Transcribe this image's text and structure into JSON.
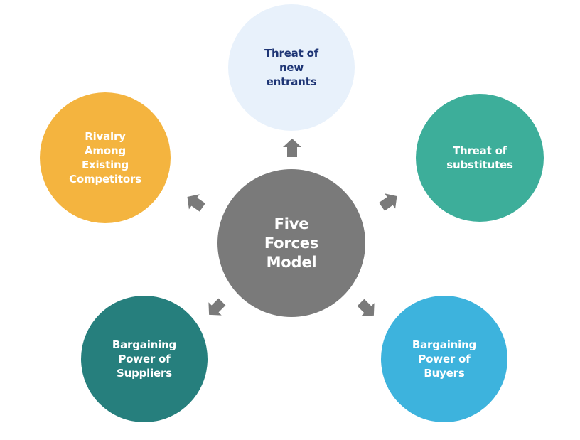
{
  "diagram": {
    "title": "Five Forces Model",
    "center": {
      "label": "Five\nForces\nModel",
      "color": "#7A7A7A"
    },
    "forces": [
      {
        "id": "new-entrants",
        "label": "Threat of\nnew\nentrants",
        "color": "#E8F1FB",
        "text_color": "#1E3575",
        "direction": "up"
      },
      {
        "id": "substitutes",
        "label": "Threat of\nsubstitutes",
        "color": "#3DAE9A",
        "text_color": "#FFFFFF",
        "direction": "up-right"
      },
      {
        "id": "buyers",
        "label": "Bargaining\nPower of\nBuyers",
        "color": "#3DB3DD",
        "text_color": "#FFFFFF",
        "direction": "down-right"
      },
      {
        "id": "suppliers",
        "label": "Bargaining\nPower of\nSuppliers",
        "color": "#267F7D",
        "text_color": "#FFFFFF",
        "direction": "down-left"
      },
      {
        "id": "rivalry",
        "label": "Rivalry\nAmong\nExisting\nCompetitors",
        "color": "#F4B43F",
        "text_color": "#FFFFFF",
        "direction": "up-left"
      }
    ],
    "arrow_color": "#7A7A7A"
  }
}
